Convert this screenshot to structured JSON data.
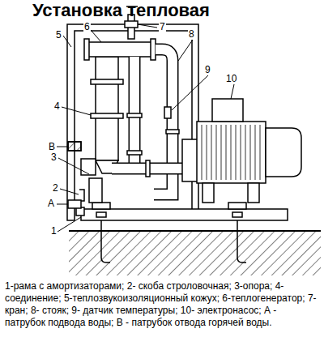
{
  "diagram": {
    "title": "Установка тепловая",
    "caption": "1-рама с амортизаторами; 2- скоба строловочная; 3-опора; 4- соединение; 5-теплозвукоизоляционный кожух; 6-теплогенератор; 7- кран; 8- стояк; 9- датчик температуры; 10- электронасос; А - патрубок подвода воды; В - патрубок отвода горячей воды.",
    "labels": [
      "1",
      "2",
      "3",
      "4",
      "5",
      "6",
      "7",
      "8",
      "9",
      "10",
      "А",
      "В"
    ]
  }
}
